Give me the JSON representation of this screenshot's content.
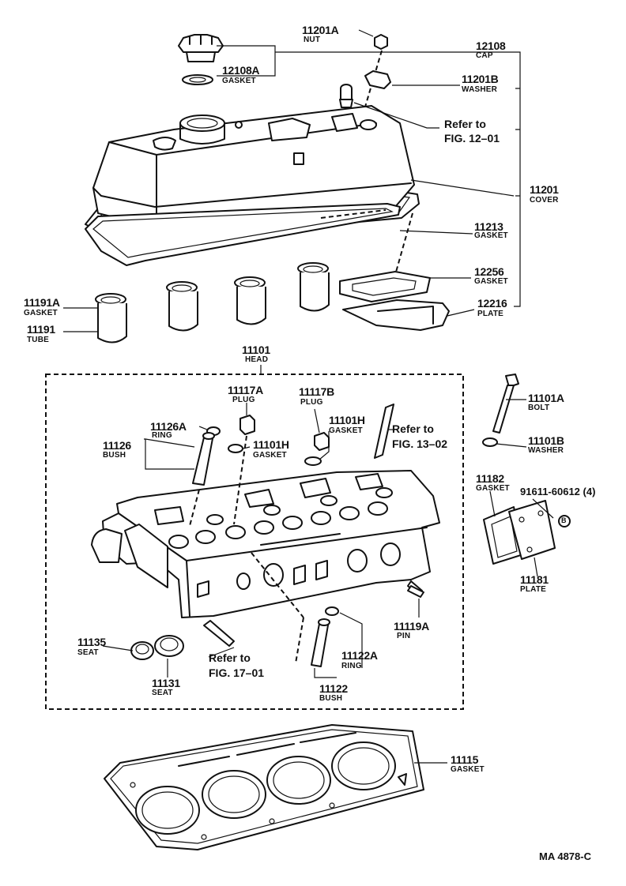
{
  "labels": {
    "p11201A": {
      "num": "11201A",
      "name": "NUT"
    },
    "p12108": {
      "num": "12108",
      "name": "CAP"
    },
    "p12108A": {
      "num": "12108A",
      "name": "GASKET"
    },
    "p11201B": {
      "num": "11201B",
      "name": "WASHER"
    },
    "ref1201": {
      "line1": "Refer to",
      "line2": "FIG. 12–01"
    },
    "p11201": {
      "num": "11201",
      "name": "COVER"
    },
    "p11213": {
      "num": "11213",
      "name": "GASKET"
    },
    "p12256": {
      "num": "12256",
      "name": "GASKET"
    },
    "p12216": {
      "num": "12216",
      "name": "PLATE"
    },
    "p11191A": {
      "num": "11191A",
      "name": "GASKET"
    },
    "p11191": {
      "num": "11191",
      "name": "TUBE"
    },
    "p11101": {
      "num": "11101",
      "name": "HEAD"
    },
    "p11117A": {
      "num": "11117A",
      "name": "PLUG"
    },
    "p11117B": {
      "num": "11117B",
      "name": "PLUG"
    },
    "p11126A": {
      "num": "11126A",
      "name": "RING"
    },
    "p11126": {
      "num": "11126",
      "name": "BUSH"
    },
    "p11101H_a": {
      "num": "11101H",
      "name": "GASKET"
    },
    "p11101H_b": {
      "num": "11101H",
      "name": "GASKET"
    },
    "ref1302": {
      "line1": "Refer to",
      "line2": "FIG. 13–02"
    },
    "p11101A": {
      "num": "11101A",
      "name": "BOLT"
    },
    "p11101B": {
      "num": "11101B",
      "name": "WASHER"
    },
    "p11182": {
      "num": "11182",
      "name": "GASKET"
    },
    "p91611": {
      "num": "91611-60612 (4)",
      "symbol": "B"
    },
    "p11181": {
      "num": "11181",
      "name": "PLATE"
    },
    "p11119A": {
      "num": "11119A",
      "name": "PIN"
    },
    "p11135": {
      "num": "11135",
      "name": "SEAT"
    },
    "p11131": {
      "num": "11131",
      "name": "SEAT"
    },
    "ref1701": {
      "line1": "Refer to",
      "line2": "FIG. 17–01"
    },
    "p11122A": {
      "num": "11122A",
      "name": "RING"
    },
    "p11122": {
      "num": "11122",
      "name": "BUSH"
    },
    "p11115": {
      "num": "11115",
      "name": "GASKET"
    }
  },
  "figure_code": "MA 4878-C"
}
